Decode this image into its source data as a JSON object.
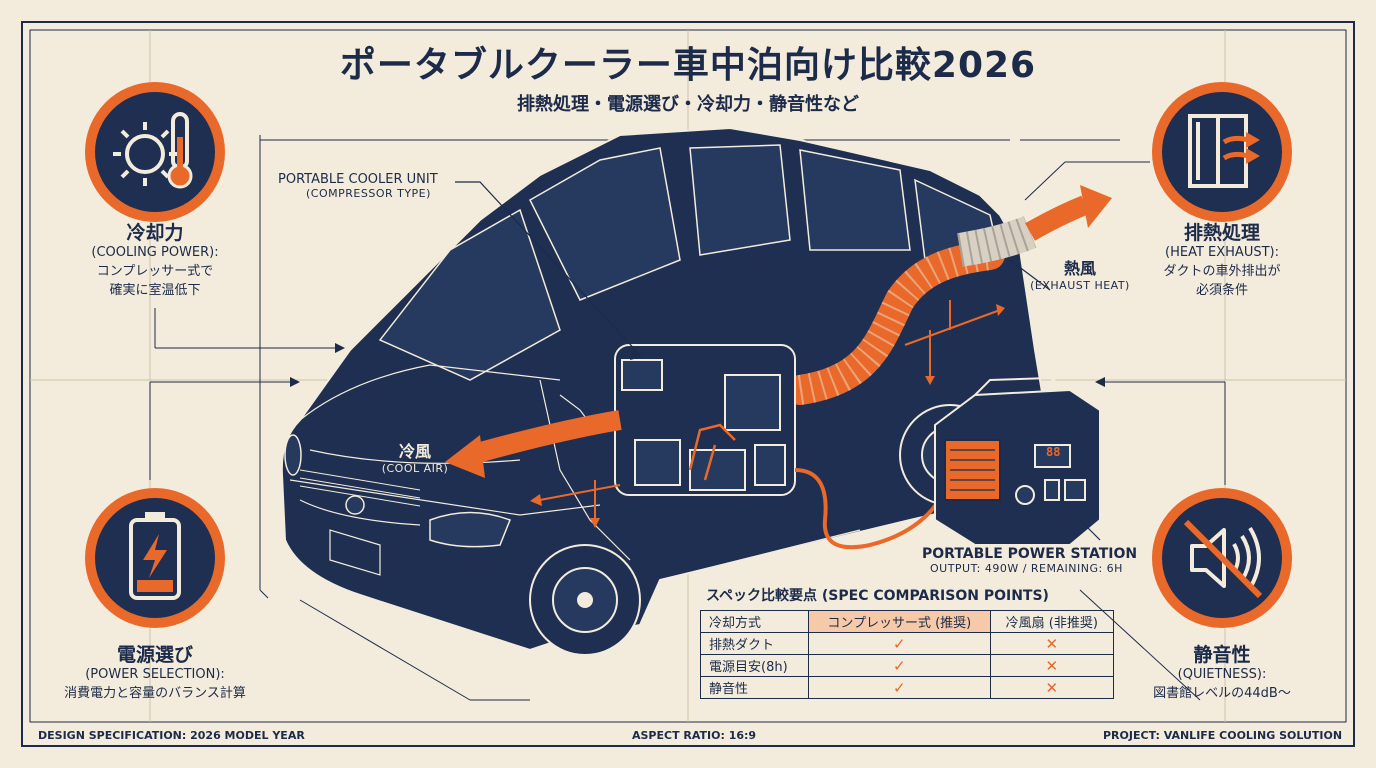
{
  "header": {
    "title": "ポータブルクーラー車中泊向け比較2026",
    "subtitle": "排熱処理・電源選び・冷却力・静音性など"
  },
  "callouts": {
    "cooler_unit": {
      "line1": "PORTABLE COOLER UNIT",
      "line2": "(COMPRESSOR TYPE)"
    },
    "exhaust": {
      "jp": "熱風",
      "en": "(EXHAUST HEAT)"
    },
    "cool_air": {
      "jp": "冷風",
      "en": "(COOL AIR)"
    },
    "power_station": {
      "line1": "PORTABLE POWER STATION",
      "line2": "OUTPUT: 490W / REMAINING: 6H",
      "display": "88"
    }
  },
  "features": {
    "cooling": {
      "title": "冷却力",
      "en": "(COOLING POWER):",
      "desc1": "コンプレッサー式で",
      "desc2": "確実に室温低下",
      "icon": "gear-thermometer-icon"
    },
    "exhaust": {
      "title": "排熱処理",
      "en": "(HEAT EXHAUST):",
      "desc1": "ダクトの車外排出が",
      "desc2": "必須条件",
      "icon": "window-exhaust-icon"
    },
    "power": {
      "title": "電源選び",
      "en": "(POWER SELECTION):",
      "desc1": "消費電力と容量のバランス計算",
      "icon": "battery-icon"
    },
    "quiet": {
      "title": "静音性",
      "en": "(QUIETNESS):",
      "desc1": "図書館レベルの44dB～",
      "icon": "speaker-muted-icon"
    }
  },
  "spec_table": {
    "title": "スペック比較要点 (SPEC COMPARISON POINTS)",
    "header": [
      "冷却方式",
      "コンプレッサー式 (推奨)",
      "冷風扇 (非推奨)"
    ],
    "rows": [
      [
        "排熱ダクト",
        "✓",
        "✕"
      ],
      [
        "電源目安(8h)",
        "✓",
        "✕"
      ],
      [
        "静音性",
        "✓",
        "✕"
      ]
    ]
  },
  "footer": {
    "left": "DESIGN SPECIFICATION: 2026 MODEL YEAR",
    "center": "ASPECT RATIO: 16:9",
    "right": "PROJECT: VANLIFE COOLING SOLUTION"
  },
  "colors": {
    "navy": "#1e2f52",
    "orange": "#e8692a",
    "paper": "#f3ebdb"
  }
}
